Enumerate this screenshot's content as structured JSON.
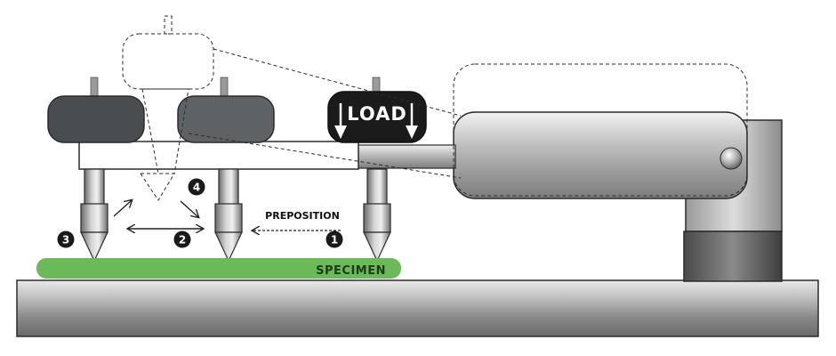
{
  "labels": {
    "load": "LOAD",
    "preposition": "PREPOSITION",
    "specimen": "SPECIMEN"
  },
  "steps": [
    "1",
    "2",
    "3",
    "4"
  ],
  "colors": {
    "specimen": "#6aba59",
    "step_badge": "#1a1a1a",
    "load_head": "#1b1b1b",
    "head_dark": "#4a4d50",
    "head_mid": "#5e6264",
    "outline": "#2b2b2b"
  }
}
